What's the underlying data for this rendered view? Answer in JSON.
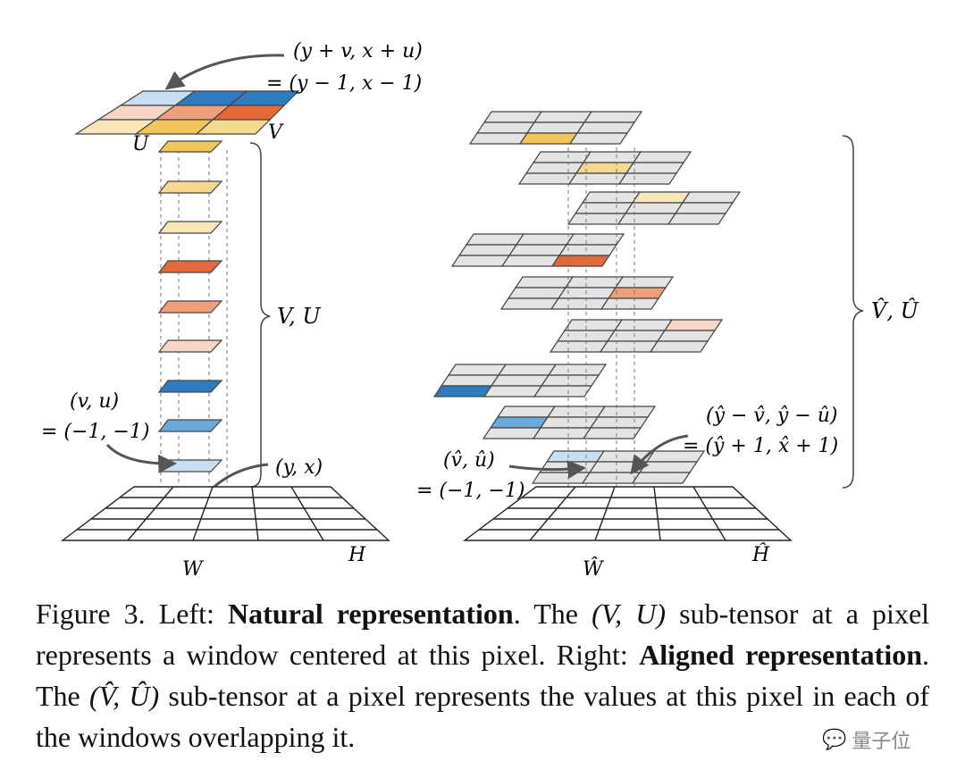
{
  "colors": {
    "orange_dark": "#e3693a",
    "orange_mid": "#efa07a",
    "orange_light": "#f7d6c5",
    "yellow": "#f2c65c",
    "yellow_mid": "#f6d88e",
    "yellow_light": "#f8e5b8",
    "blue_dark": "#2f7bc0",
    "blue_mid": "#6aa9d9",
    "blue_light": "#c8def2",
    "gray": "#e4e4e4"
  },
  "left": {
    "top_annot_line1": "(y + v, x + u)",
    "top_annot_line2": "= (y − 1, x − 1)",
    "label_U": "U",
    "label_V": "V",
    "brace_label": "V, U",
    "vu_line1": "(v, u)",
    "vu_line2": "= (−1, −1)",
    "yx_label": "(y, x)",
    "label_W": "W",
    "label_H": "H"
  },
  "right": {
    "brace_label": "V̂, Û",
    "annot_line1": "(ŷ − v̂, ŷ − û)",
    "annot_line2": "= (ŷ + 1, x̂ + 1)",
    "vu_line1": "(v̂, û)",
    "vu_line2": "= (−1, −1)",
    "label_W": "Ŵ",
    "label_H": "Ĥ"
  },
  "caption": {
    "fig_label": "Figure 3. Left: ",
    "bold1": "Natural representation",
    "t1": ". The ",
    "vu": "(V, U)",
    "t2": " sub-tensor at a pixel represents a window centered at this pixel. Right: ",
    "bold2": "Aligned representation",
    "t3": ". The ",
    "vu_hat": "(V̂, Û)",
    "t4": " sub-tensor at a pixel represents the values at this pixel in each of the windows overlapping it."
  },
  "watermark": "量子位"
}
